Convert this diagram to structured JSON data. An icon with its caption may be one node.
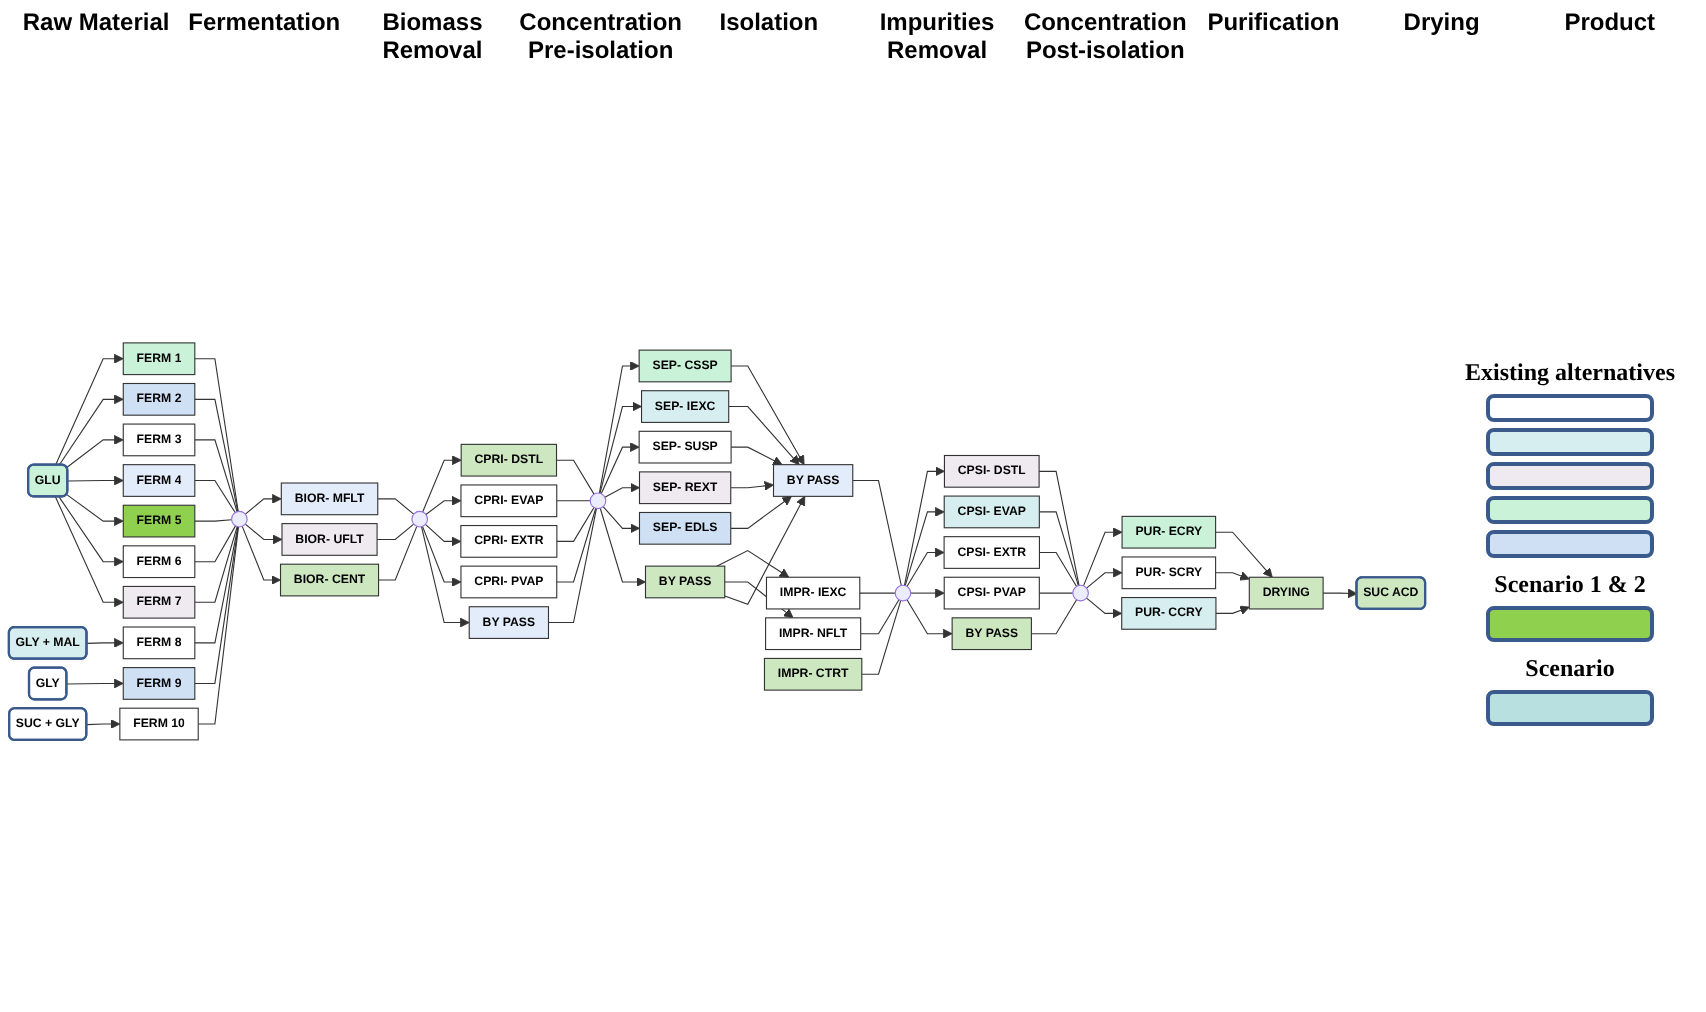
{
  "diagram": {
    "nodes": [
      {
        "text": [
          "GLU"
        ]
      },
      {
        "text": [
          "GLY"
        ]
      },
      {
        "text": [
          "GLY + MAL"
        ]
      },
      {
        "text": [
          "SUC + GLY"
        ]
      },
      {
        "text": [
          "FERM 1"
        ]
      },
      {
        "text": [
          "FERM 2"
        ]
      },
      {
        "text": [
          "FERM 3"
        ]
      },
      {
        "text": [
          "FERM 4"
        ]
      },
      {
        "text": [
          "FERM 5"
        ]
      },
      {
        "text": [
          "FERM 6"
        ]
      },
      {
        "text": [
          "FERM 7"
        ]
      },
      {
        "text": [
          "FERM 8"
        ]
      },
      {
        "text": [
          "FERM 9"
        ]
      },
      {
        "text": [
          "FERM 10"
        ]
      },
      {
        "text": [],
        "shape": "circle"
      },
      {
        "text": [
          "BIOR- MFLT"
        ]
      },
      {
        "text": [
          "BIOR- UFLT"
        ]
      },
      {
        "text": [
          "BIOR- CENT"
        ]
      },
      {
        "text": [],
        "shape": "circle"
      },
      {
        "text": [
          "CPRI- DSTL"
        ]
      },
      {
        "text": [
          "CPRI- EVAP"
        ]
      },
      {
        "text": [
          "CPRI- EXTR"
        ]
      },
      {
        "text": [
          "CPRI- PVAP"
        ]
      },
      {
        "text": [
          "BY PASS"
        ]
      },
      {
        "text": [],
        "shape": "circle"
      },
      {
        "text": [
          "SEP- CSSP"
        ]
      },
      {
        "text": [
          "SEP- IEXC"
        ]
      },
      {
        "text": [
          "SEP- SUSP"
        ]
      },
      {
        "text": [
          "SEP- REXT"
        ]
      },
      {
        "text": [
          "SEP- EDLS"
        ]
      },
      {
        "text": [
          "BY PASS"
        ]
      },
      {
        "text": [
          "IMPR- IEXC"
        ]
      },
      {
        "text": [
          "IMPR- CTRT"
        ]
      },
      {
        "text": [
          "IMPR- NFLT"
        ]
      },
      {
        "text": [
          "BY PASS"
        ]
      },
      {
        "text": [],
        "shape": "circle"
      },
      {
        "text": [
          "CPSI- DSTL"
        ]
      },
      {
        "text": [
          "CPSI- EVAP"
        ]
      },
      {
        "text": [
          "CPSI- EXTR"
        ]
      },
      {
        "text": [
          "CPSI- PVAP"
        ]
      },
      {
        "text": [
          "BY PASS"
        ]
      },
      {
        "text": [],
        "shape": "circle"
      },
      {
        "text": [
          "PUR- ECRY"
        ]
      },
      {
        "text": [
          "PUR- SCRY"
        ]
      },
      {
        "text": [
          "PUR- CCRY"
        ]
      },
      {
        "text": [
          "DRYING"
        ]
      },
      {
        "text": [
          "SUC ACD"
        ]
      }
    ],
    "edges": [
      {
        "from": 0,
        "to": 4,
        "arrow": "to"
      },
      {
        "from": 0,
        "to": 5,
        "arrow": "to"
      },
      {
        "from": 0,
        "to": 6,
        "arrow": "to"
      },
      {
        "from": 0,
        "to": 7,
        "arrow": "to"
      },
      {
        "from": 0,
        "to": 8,
        "arrow": "to"
      },
      {
        "from": 0,
        "to": 9,
        "arrow": "to"
      },
      {
        "from": 0,
        "to": 10,
        "arrow": "to"
      },
      {
        "from": 2,
        "to": 11,
        "arrow": "to"
      },
      {
        "from": 1,
        "to": 12,
        "arrow": "to"
      },
      {
        "from": 3,
        "to": 13,
        "arrow": "to"
      },
      {
        "from": 4,
        "to": 14,
        "arrow": "none"
      },
      {
        "from": 5,
        "to": 14,
        "arrow": "none"
      },
      {
        "from": 6,
        "to": 14,
        "arrow": "none"
      },
      {
        "from": 7,
        "to": 14,
        "arrow": "none"
      },
      {
        "from": 8,
        "to": 14,
        "arrow": "none"
      },
      {
        "from": 9,
        "to": 14,
        "arrow": "none"
      },
      {
        "from": 10,
        "to": 14,
        "arrow": "none"
      },
      {
        "from": 11,
        "to": 14,
        "arrow": "none"
      },
      {
        "from": 12,
        "to": 14,
        "arrow": "none"
      },
      {
        "from": 13,
        "to": 14,
        "arrow": "none"
      },
      {
        "from": 14,
        "to": 15,
        "arrow": "to"
      },
      {
        "from": 14,
        "to": 16,
        "arrow": "to"
      },
      {
        "from": 14,
        "to": 17,
        "arrow": "to"
      },
      {
        "from": 15,
        "to": 18,
        "arrow": "none"
      },
      {
        "from": 16,
        "to": 18,
        "arrow": "none"
      },
      {
        "from": 17,
        "to": 18,
        "arrow": "none"
      },
      {
        "from": 18,
        "to": 19,
        "arrow": "to"
      },
      {
        "from": 18,
        "to": 20,
        "arrow": "to"
      },
      {
        "from": 18,
        "to": 21,
        "arrow": "to"
      },
      {
        "from": 18,
        "to": 22,
        "arrow": "to"
      },
      {
        "from": 18,
        "to": 23,
        "arrow": "to"
      },
      {
        "from": 19,
        "to": 24,
        "arrow": "none"
      },
      {
        "from": 20,
        "to": 24,
        "arrow": "none"
      },
      {
        "from": 21,
        "to": 24,
        "arrow": "none"
      },
      {
        "from": 22,
        "to": 24,
        "arrow": "none"
      },
      {
        "from": 23,
        "to": 24,
        "arrow": "none"
      },
      {
        "from": 24,
        "to": 25,
        "arrow": "to"
      },
      {
        "from": 24,
        "to": 26,
        "arrow": "to"
      },
      {
        "from": 24,
        "to": 27,
        "arrow": "to"
      },
      {
        "from": 24,
        "to": 28,
        "arrow": "to"
      },
      {
        "from": 24,
        "to": 29,
        "arrow": "to"
      },
      {
        "from": 24,
        "to": 30,
        "arrow": "to"
      },
      {
        "from": 25,
        "to": 34,
        "arrow": "to"
      },
      {
        "from": 26,
        "to": 34,
        "arrow": "to"
      },
      {
        "from": 27,
        "to": 34,
        "arrow": "to"
      },
      {
        "from": 28,
        "to": 34,
        "arrow": "to"
      },
      {
        "from": 29,
        "to": 34,
        "arrow": "to"
      },
      {
        "from": 30,
        "to": 31,
        "arrow": "to"
      },
      {
        "from": 30,
        "to": 33,
        "arrow": "to"
      },
      {
        "from": 30,
        "to": 34,
        "arrow": "to"
      },
      {
        "from": 31,
        "to": 35,
        "arrow": "none"
      },
      {
        "from": 32,
        "to": 35,
        "arrow": "none"
      },
      {
        "from": 33,
        "to": 35,
        "arrow": "none"
      },
      {
        "from": 34,
        "to": 35,
        "arrow": "none"
      },
      {
        "from": 35,
        "to": 36,
        "arrow": "to"
      },
      {
        "from": 35,
        "to": 37,
        "arrow": "to"
      },
      {
        "from": 35,
        "to": 38,
        "arrow": "to"
      },
      {
        "from": 35,
        "to": 39,
        "arrow": "to"
      },
      {
        "from": 35,
        "to": 40,
        "arrow": "to"
      },
      {
        "from": 36,
        "to": 41,
        "arrow": "none"
      },
      {
        "from": 37,
        "to": 41,
        "arrow": "none"
      },
      {
        "from": 38,
        "to": 41,
        "arrow": "none"
      },
      {
        "from": 39,
        "to": 41,
        "arrow": "none"
      },
      {
        "from": 40,
        "to": 41,
        "arrow": "none"
      },
      {
        "from": 41,
        "to": 42,
        "arrow": "to"
      },
      {
        "from": 41,
        "to": 43,
        "arrow": "to"
      },
      {
        "from": 41,
        "to": 44,
        "arrow": "to"
      },
      {
        "from": 42,
        "to": 45,
        "arrow": "to"
      },
      {
        "from": 43,
        "to": 45,
        "arrow": "to"
      },
      {
        "from": 44,
        "to": 45,
        "arrow": "to"
      },
      {
        "from": 45,
        "to": 46,
        "arrow": "to"
      }
    ],
    "labels": [
      "Raw Material",
      "Fermentation",
      "Biomass Removal",
      "Concentration Pre-isolation",
      "Isolation",
      "Impurities Removal",
      "Concentration Post-isolation",
      "Purification",
      "Drying",
      "Product"
    ],
    "legend": [
      {
        "text": "Existing alternatives"
      },
      {
        "text": "Scenario 1 & 2",
        "color": "#8fd14f"
      },
      {
        "text": "Scenario",
        "color": "#b8e0e0"
      }
    ]
  }
}
